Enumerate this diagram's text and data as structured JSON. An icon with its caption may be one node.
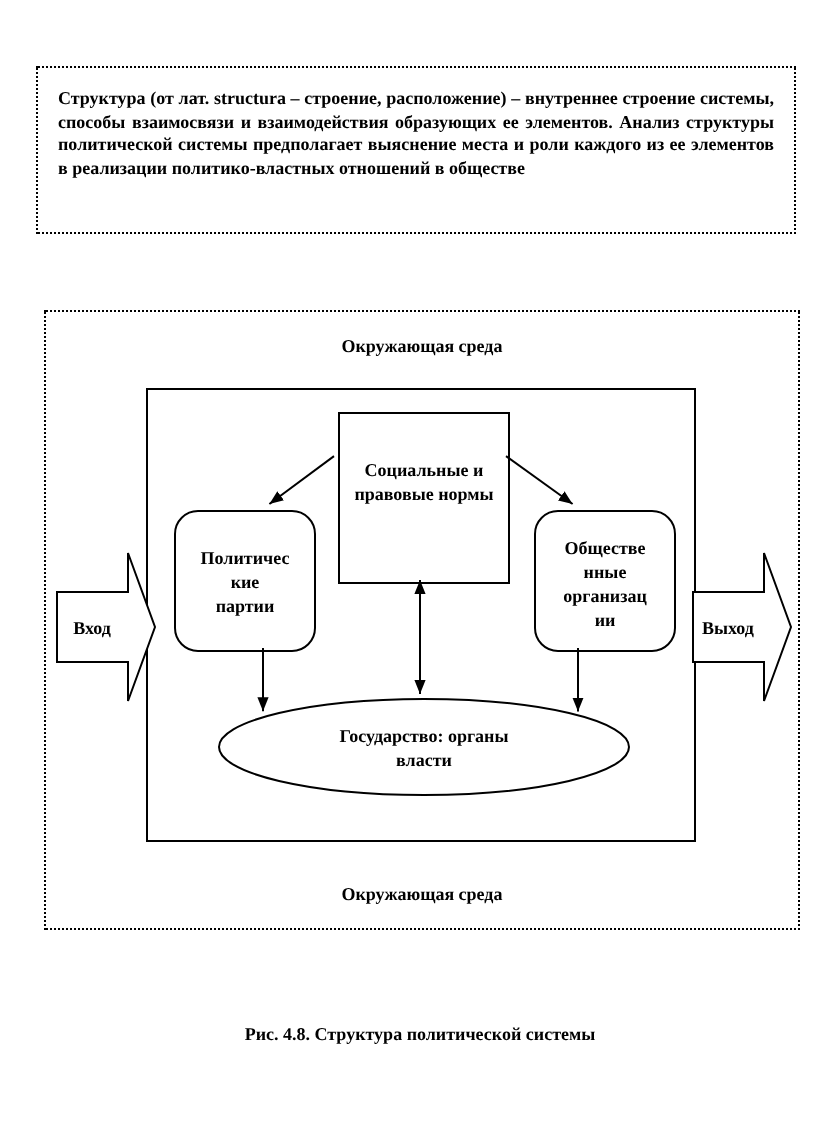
{
  "diagram": {
    "caption": "Рис. 4.8. Структура политической системы",
    "nodes": [
      {
        "text": [
          "**Структура** (от лат. structura – строение, расположение) – внутреннее строение системы, способы взаимосвязи и взаимодействия образующих ее элементов. Анализ структуры политической системы предполагает выяснение места и роли каждого из ее элементов в реализации политико-властных отношений в обществе"
        ]
      },
      {
        "text": [
          "Окружающая среда",
          "Окружающая среда"
        ]
      },
      {
        "text": [],
        "shape": "box",
        "in": 1
      },
      {
        "text": [
          "Социальные и правовые нормы"
        ],
        "in": 2
      },
      {
        "text": [
          "Политичес кие партии"
        ],
        "in": 2
      },
      {
        "text": [
          "Обществе нные организац ии"
        ],
        "in": 2
      },
      {
        "text": [
          "Государство: органы власти"
        ],
        "in": 2
      },
      {
        "text": [
          "Вход"
        ],
        "in": 1
      },
      {
        "text": [
          "Выход"
        ],
        "in": 1
      }
    ],
    "edges": [
      {
        "from": 3,
        "to": 4,
        "arrow": "to"
      },
      {
        "from": 3,
        "to": 5,
        "arrow": "to"
      },
      {
        "from": 6,
        "to": 3,
        "arrow": "both"
      },
      {
        "from": 4,
        "to": 6,
        "arrow": "to"
      },
      {
        "from": 5,
        "to": 6,
        "arrow": "to"
      }
    ]
  }
}
